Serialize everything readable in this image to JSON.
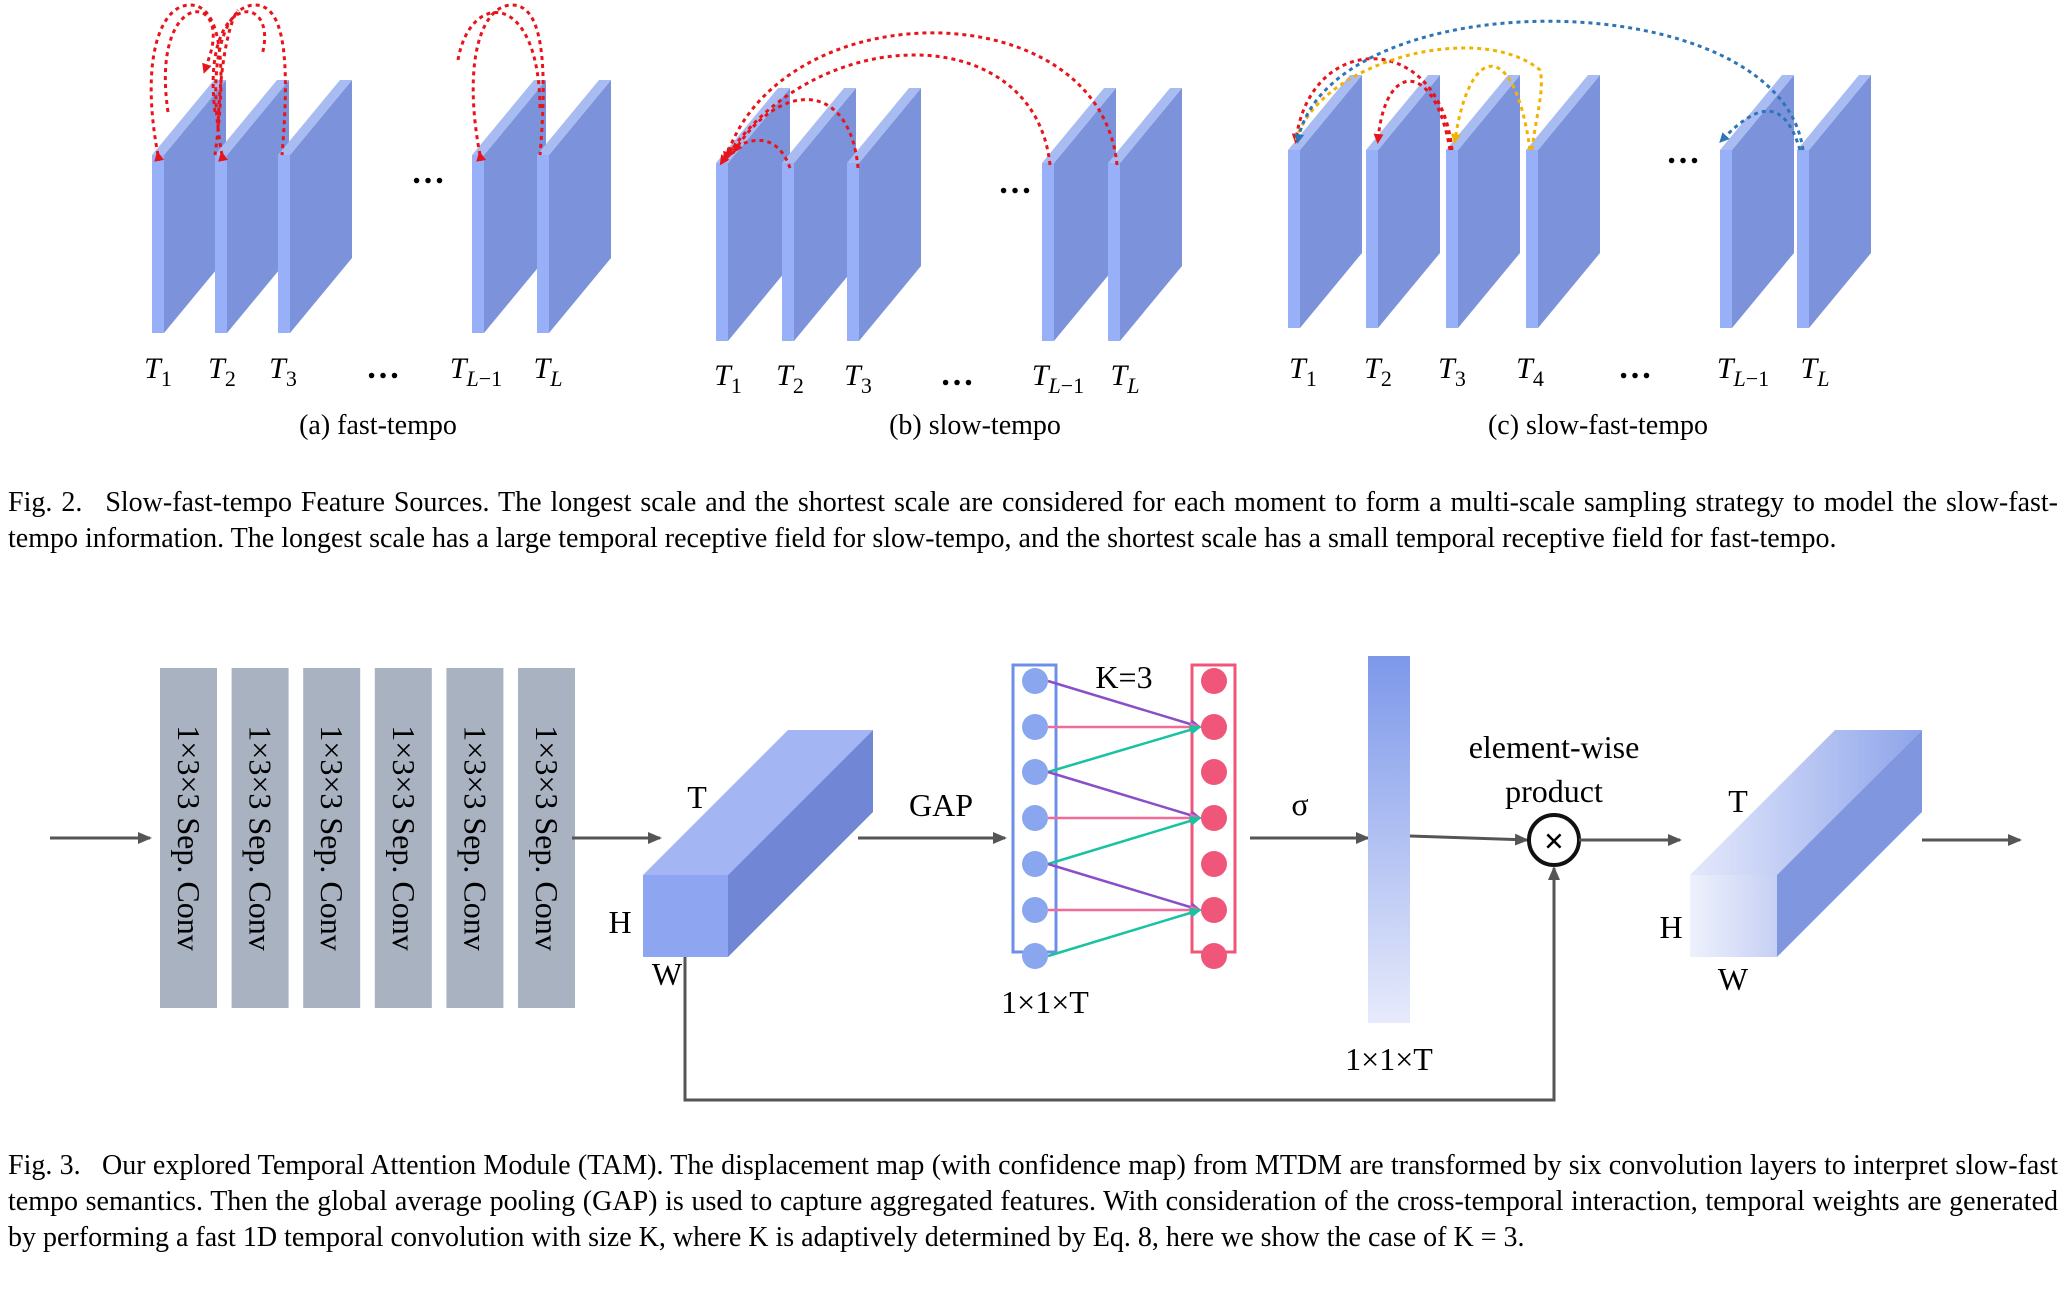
{
  "fig2": {
    "panels": [
      {
        "sublabel": "(a)  fast-tempo",
        "frame_labels": [
          "T1",
          "T2",
          "T3",
          "…",
          "TL−1",
          "TL"
        ]
      },
      {
        "sublabel": "(b)  slow-tempo",
        "frame_labels": [
          "T1",
          "T2",
          "T3",
          "…",
          "TL−1",
          "TL"
        ]
      },
      {
        "sublabel": "(c)  slow-fast-tempo",
        "frame_labels": [
          "T1",
          "T2",
          "T3",
          "T4",
          "…",
          "TL−1",
          "TL"
        ]
      }
    ],
    "ellipsis": "…",
    "caption_number": "Fig. 2.",
    "caption_text": "Slow-fast-tempo Feature Sources. The longest scale and the shortest scale are considered for each moment to form a multi-scale sampling strategy to model the slow-fast-tempo information. The longest scale has a large temporal receptive field for slow-tempo, and the shortest scale has a small temporal receptive field for fast-tempo."
  },
  "fig3": {
    "conv_blocks": [
      "1×3×3 Sep. Conv",
      "1×3×3 Sep. Conv",
      "1×3×3 Sep. Conv",
      "1×3×3 Sep. Conv",
      "1×3×3 Sep. Conv",
      "1×3×3 Sep. Conv"
    ],
    "tensor_in": {
      "t": "T",
      "h": "H",
      "w": "W"
    },
    "gap_label": "GAP",
    "k_label": "K=3",
    "vector_label_left": "1×1×T",
    "sigma_label": "σ",
    "vector_label_right": "1×1×T",
    "product_label_line1": "element-wise",
    "product_label_line2": "product",
    "product_symbol": "×",
    "tensor_out": {
      "t": "T",
      "h": "H",
      "w": "W"
    },
    "caption_number": "Fig. 3.",
    "caption_text": "Our explored Temporal Attention Module (TAM). The displacement map (with confidence map) from MTDM are transformed by six convolution layers to interpret slow-fast tempo semantics. Then the global average pooling (GAP) is used to capture aggregated features. With consideration of the cross-temporal interaction, temporal weights are generated by performing a fast 1D temporal convolution with size K, where K is adaptively determined by Eq. 8, here we show the case of K = 3."
  },
  "colors": {
    "frame_face": "#7c93dc",
    "frame_edge": "#98b0f8",
    "frame_top": "#a9bcf2",
    "conv_block": "#a9b2c0",
    "arrow_red": "#e8141b",
    "arrow_blue": "#2e75b6",
    "arrow_yellow": "#f0b400",
    "node_blue": "#8aa6ee",
    "node_pink": "#f0557a",
    "line_purple": "#8a4ec8",
    "line_pink": "#f06a9c",
    "line_teal": "#19c2a0"
  }
}
